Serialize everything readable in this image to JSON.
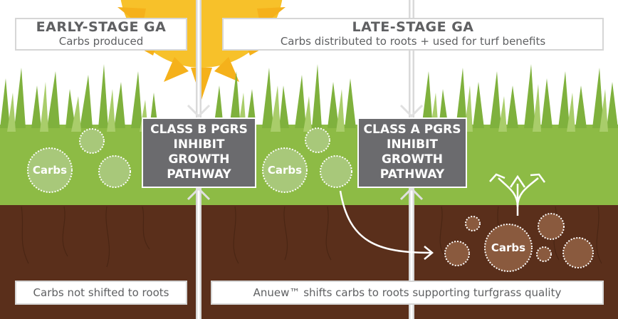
{
  "early": {
    "title": "EARLY-STAGE GA",
    "subtitle": "Carbs produced"
  },
  "late": {
    "title": "LATE-STAGE GA",
    "subtitle": "Carbs distributed to roots + used for turf benefits"
  },
  "class_b": {
    "lines": [
      "CLASS B PGRS",
      "INHIBIT",
      "GROWTH",
      "PATHWAY"
    ]
  },
  "class_a": {
    "lines": [
      "CLASS A PGRS",
      "INHIBIT",
      "GROWTH",
      "PATHWAY"
    ]
  },
  "carbs_label": "Carbs",
  "footer_left": "Carbs not shifted to roots",
  "footer_right": "Anuew™ shifts carbs to roots supporting turfgrass quality",
  "colors": {
    "sun": "#f5b11b",
    "sky": "#ffffff",
    "grass": "#8dbb45",
    "soil": "#5a2f1b",
    "box_border": "#d6d6d6",
    "pgr_box": "#6b6b6e"
  }
}
